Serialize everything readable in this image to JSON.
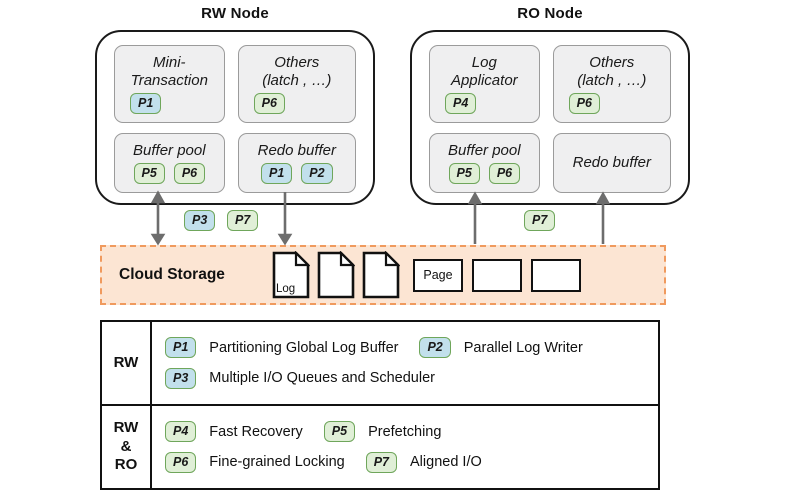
{
  "colors": {
    "badge_blue": "#c2e0ec",
    "badge_green": "#e0efd7",
    "badge_border": "#6fa65b",
    "storage_fill": "#fce5d3",
    "storage_border": "#f09a5e",
    "component_fill": "#efeff0",
    "component_border": "#9b9b9b",
    "arrow": "#6d6d6d"
  },
  "badge_colors": {
    "P1": "blue",
    "P2": "blue",
    "P3": "blue",
    "P4": "green",
    "P5": "green",
    "P6": "green",
    "P7": "green"
  },
  "diagram": {
    "nodes": [
      {
        "title": "RW Node",
        "components": [
          {
            "label": "Mini-\nTransaction",
            "badges": [
              "P1"
            ]
          },
          {
            "label": "Others\n(latch , …)",
            "badges": [
              "P6"
            ]
          },
          {
            "label": "Buffer pool",
            "badges": [
              "P5",
              "P6"
            ]
          },
          {
            "label": "Redo buffer",
            "badges": [
              "P1",
              "P2"
            ]
          }
        ]
      },
      {
        "title": "RO Node",
        "components": [
          {
            "label": "Log\nApplicator",
            "badges": [
              "P4"
            ]
          },
          {
            "label": "Others\n(latch , …)",
            "badges": [
              "P6"
            ]
          },
          {
            "label": "Buffer pool",
            "badges": [
              "P5",
              "P6"
            ]
          },
          {
            "label": "Redo buffer",
            "badges": []
          }
        ]
      }
    ],
    "link_badges": {
      "left": [
        "P3",
        "P7"
      ],
      "right": [
        "P7"
      ]
    },
    "storage": {
      "label": "Cloud Storage",
      "log_files": [
        "Log",
        "",
        ""
      ],
      "pages": [
        "Page",
        "",
        ""
      ]
    }
  },
  "legend": {
    "rows": [
      {
        "header": "RW",
        "lines": [
          [
            {
              "badge": "P1",
              "text": "Partitioning Global Log Buffer"
            },
            {
              "badge": "P2",
              "text": "Parallel Log Writer"
            }
          ],
          [
            {
              "badge": "P3",
              "text": "Multiple I/O Queues and Scheduler"
            }
          ]
        ]
      },
      {
        "header": "RW\n&\nRO",
        "lines": [
          [
            {
              "badge": "P4",
              "text": "Fast Recovery"
            },
            {
              "badge": "P5",
              "text": "Prefetching"
            }
          ],
          [
            {
              "badge": "P6",
              "text": "Fine-grained Locking"
            },
            {
              "badge": "P7",
              "text": "Aligned I/O"
            }
          ]
        ]
      }
    ]
  }
}
